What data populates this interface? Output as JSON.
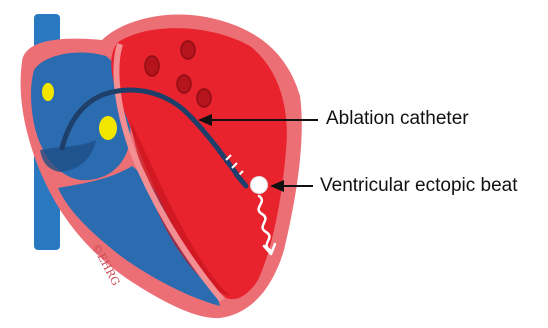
{
  "labels": {
    "ablation_catheter": "Ablation catheter",
    "ectopic_beat": "Ventricular ectopic beat",
    "watermark": "©EHRG"
  },
  "colors": {
    "outer_wall": "#ec6f76",
    "red_chamber": "#e8232d",
    "red_chamber_dark": "#c9151f",
    "blue_chamber": "#2b6cb0",
    "blue_dark": "#1d4f86",
    "vessel": "#2a78bf",
    "catheter": "#1f3f6b",
    "yellow_node": "#f2e600",
    "ectopic_focus": "#ffffff"
  },
  "icons": {
    "arrow_ablation": "arrow-left-icon",
    "arrow_ectopic": "arrow-left-icon",
    "ectopic_focus": "circle-icon",
    "conduction_wave": "squiggle-arrow-icon"
  }
}
